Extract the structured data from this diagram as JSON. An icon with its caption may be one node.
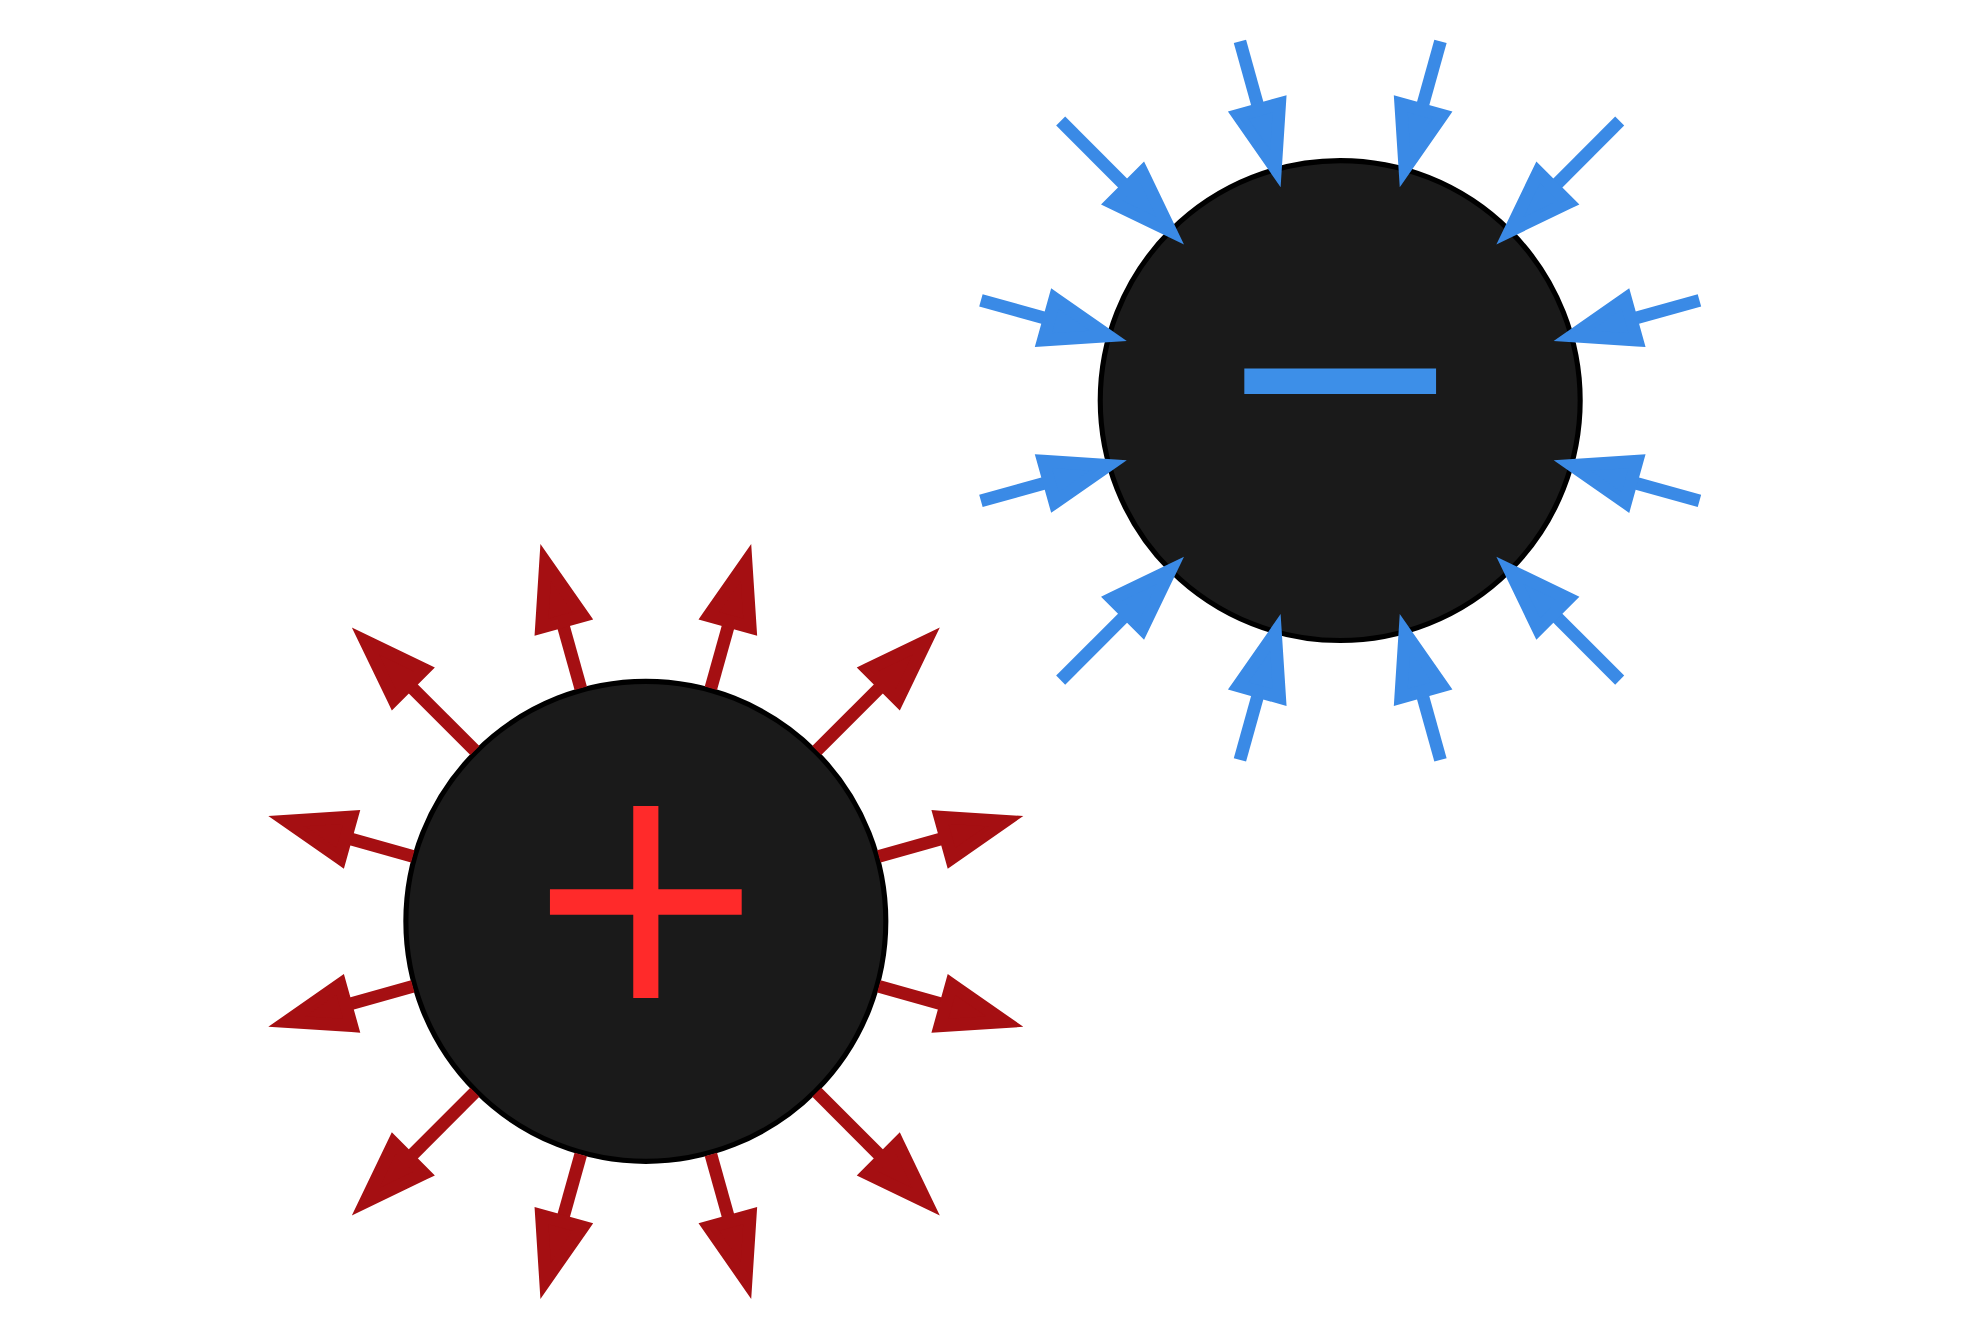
{
  "diagram": {
    "nodes": [
      {
        "text": [
          "+"
        ]
      },
      {
        "text": [
          "−"
        ]
      }
    ],
    "edges": [
      {
        "from": 0,
        "to": null,
        "arrow": "to",
        "color": "#a50f12"
      },
      {
        "from": 0,
        "to": null,
        "arrow": "to",
        "color": "#a50f12"
      },
      {
        "from": 0,
        "to": null,
        "arrow": "to",
        "color": "#a50f12"
      },
      {
        "from": 0,
        "to": null,
        "arrow": "to",
        "color": "#a50f12"
      },
      {
        "from": 0,
        "to": null,
        "arrow": "to",
        "color": "#a50f12"
      },
      {
        "from": 0,
        "to": null,
        "arrow": "to",
        "color": "#a50f12"
      },
      {
        "from": 0,
        "to": null,
        "arrow": "to",
        "color": "#a50f12"
      },
      {
        "from": 0,
        "to": null,
        "arrow": "to",
        "color": "#a50f12"
      },
      {
        "from": 0,
        "to": null,
        "arrow": "to",
        "color": "#a50f12"
      },
      {
        "from": 0,
        "to": null,
        "arrow": "to",
        "color": "#a50f12"
      },
      {
        "from": 0,
        "to": null,
        "arrow": "to",
        "color": "#a50f12"
      },
      {
        "from": 0,
        "to": null,
        "arrow": "to",
        "color": "#a50f12"
      },
      {
        "from": null,
        "to": 1,
        "arrow": "to",
        "color": "#3a8ae6"
      },
      {
        "from": null,
        "to": 1,
        "arrow": "to",
        "color": "#3a8ae6"
      },
      {
        "from": null,
        "to": 1,
        "arrow": "to",
        "color": "#3a8ae6"
      },
      {
        "from": null,
        "to": 1,
        "arrow": "to",
        "color": "#3a8ae6"
      },
      {
        "from": null,
        "to": 1,
        "arrow": "to",
        "color": "#3a8ae6"
      },
      {
        "from": null,
        "to": 1,
        "arrow": "to",
        "color": "#3a8ae6"
      },
      {
        "from": null,
        "to": 1,
        "arrow": "to",
        "color": "#3a8ae6"
      },
      {
        "from": null,
        "to": 1,
        "arrow": "to",
        "color": "#3a8ae6"
      },
      {
        "from": null,
        "to": 1,
        "arrow": "to",
        "color": "#3a8ae6"
      },
      {
        "from": null,
        "to": 1,
        "arrow": "to",
        "color": "#3a8ae6"
      },
      {
        "from": null,
        "to": 1,
        "arrow": "to",
        "color": "#3a8ae6"
      },
      {
        "from": null,
        "to": 1,
        "arrow": "to",
        "color": "#3a8ae6"
      }
    ]
  }
}
